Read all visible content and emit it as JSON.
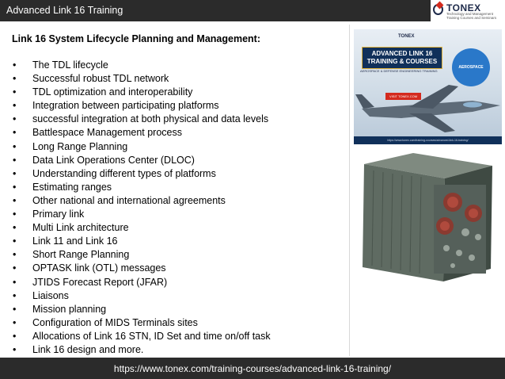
{
  "header": {
    "title": "Advanced Link 16 Training",
    "logo_name": "TONEX",
    "logo_tagline": "Technology and Management Training Courses and Seminars"
  },
  "content": {
    "heading": "Link 16 System Lifecycle Planning and Management:",
    "bullets": [
      "The TDL lifecycle",
      "Successful robust TDL network",
      "TDL optimization and interoperability",
      "Integration between participating platforms",
      "successful integration at both physical and data levels",
      "Battlespace Management process",
      "Long Range Planning",
      "Data Link Operations Center (DLOC)",
      "Understanding different types of platforms",
      "Estimating ranges",
      "Other national and international agreements",
      "Primary link",
      "Multi Link architecture",
      "Link 11 and Link 16",
      "Short Range Planning",
      "OPTASK link (OTL) messages",
      "JTIDS Forecast Report (JFAR)",
      "Liaisons",
      "Mission planning",
      "Configuration of MIDS Terminals sites",
      "Allocations of Link 16 STN, ID Set and time on/off task",
      "Link 16 design and more."
    ]
  },
  "banner_image": {
    "brand": "TONEX",
    "title": "ADVANCED LINK 16 TRAINING & COURSES",
    "subtitle": "AEROSPACE & DEFENSE ENGINEERING TRAINING",
    "button": "VISIT TONEX.COM",
    "badge": "AEROSPACE",
    "footer_url": "https://www.tonex.com/training-courses/advanced-link-16-training/"
  },
  "footer": {
    "url": "https://www.tonex.com/training-courses/advanced-link-16-training/"
  },
  "colors": {
    "bar": "#2b2b2b",
    "brand_navy": "#1e2a4a",
    "brand_red": "#d42a1e"
  }
}
